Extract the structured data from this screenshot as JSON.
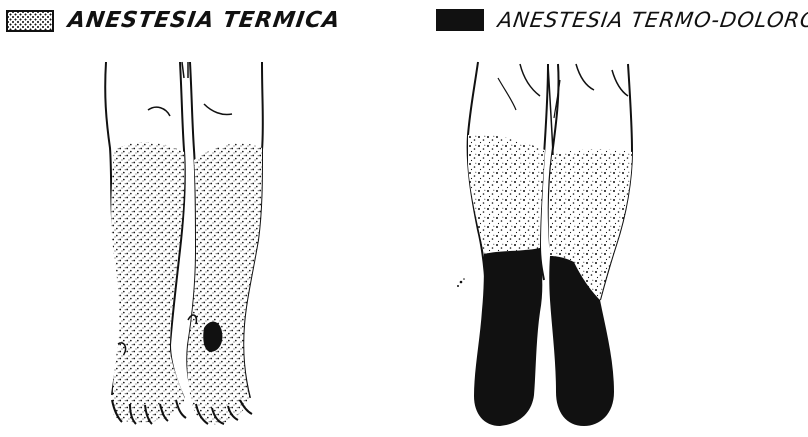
{
  "legend": {
    "left": {
      "label": "ANESTESIA TERMICA",
      "pattern": "stipple"
    },
    "right": {
      "label": "ANESTESIA TERMO-DOLOROSA",
      "pattern": "solid-black"
    }
  },
  "colors": {
    "ink": "#111111",
    "paper": "#ffffff"
  }
}
